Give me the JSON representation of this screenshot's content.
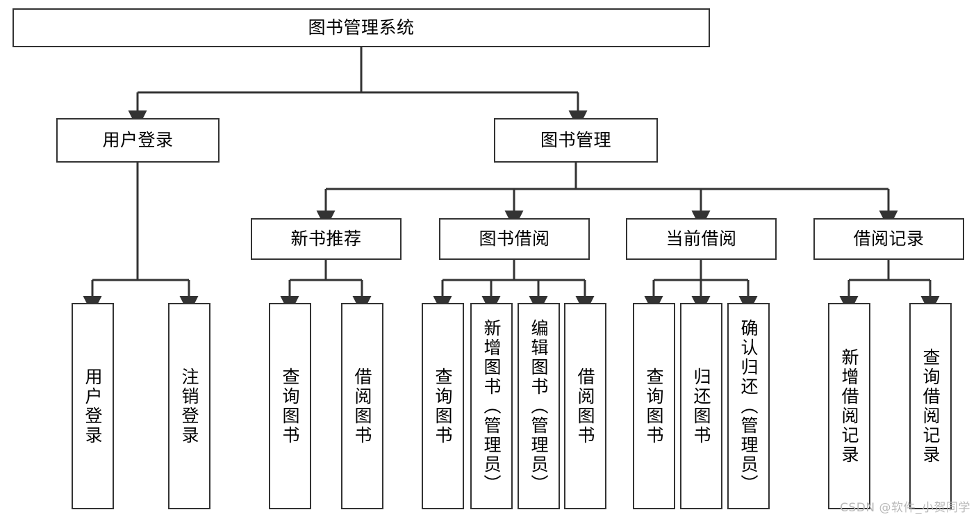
{
  "diagram": {
    "title": "图书管理系统",
    "type": "tree",
    "watermark": "CSDN @软件_小贺同学",
    "colors": {
      "node_border": "#333333",
      "node_fill": "#ffffff",
      "edge": "#333333",
      "text": "#000000",
      "watermark": "#b9b9b9"
    },
    "levels": {
      "root": {
        "label": "图书管理系统"
      },
      "level2": [
        {
          "id": "user-login",
          "label": "用户登录"
        },
        {
          "id": "book-management",
          "label": "图书管理"
        }
      ],
      "level3": [
        {
          "id": "new-book-recommend",
          "label": "新书推荐",
          "parent": "book-management"
        },
        {
          "id": "book-borrow",
          "label": "图书借阅",
          "parent": "book-management"
        },
        {
          "id": "current-borrow",
          "label": "当前借阅",
          "parent": "book-management"
        },
        {
          "id": "borrow-record",
          "label": "借阅记录",
          "parent": "book-management"
        }
      ],
      "leaves": [
        {
          "id": "leaf-user-login",
          "label": "用户登录",
          "parent": "user-login"
        },
        {
          "id": "leaf-logout-login",
          "label": "注销登录",
          "parent": "user-login"
        },
        {
          "id": "leaf-query-book-1",
          "label": "查询图书",
          "parent": "new-book-recommend"
        },
        {
          "id": "leaf-borrow-book-1",
          "label": "借阅图书",
          "parent": "new-book-recommend"
        },
        {
          "id": "leaf-query-book-2",
          "label": "查询图书",
          "parent": "book-borrow"
        },
        {
          "id": "leaf-add-book",
          "label": "新增图书（管理员）",
          "parent": "book-borrow"
        },
        {
          "id": "leaf-edit-book",
          "label": "编辑图书（管理员）",
          "parent": "book-borrow"
        },
        {
          "id": "leaf-borrow-book-2",
          "label": "借阅图书",
          "parent": "book-borrow"
        },
        {
          "id": "leaf-query-book-3",
          "label": "查询图书",
          "parent": "current-borrow"
        },
        {
          "id": "leaf-return-book",
          "label": "归还图书",
          "parent": "current-borrow"
        },
        {
          "id": "leaf-confirm-return",
          "label": "确认归还（管理员）",
          "parent": "current-borrow"
        },
        {
          "id": "leaf-add-borrow-record",
          "label": "新增借阅记录",
          "parent": "borrow-record"
        },
        {
          "id": "leaf-query-borrow-record",
          "label": "查询借阅记录",
          "parent": "borrow-record"
        }
      ]
    }
  }
}
